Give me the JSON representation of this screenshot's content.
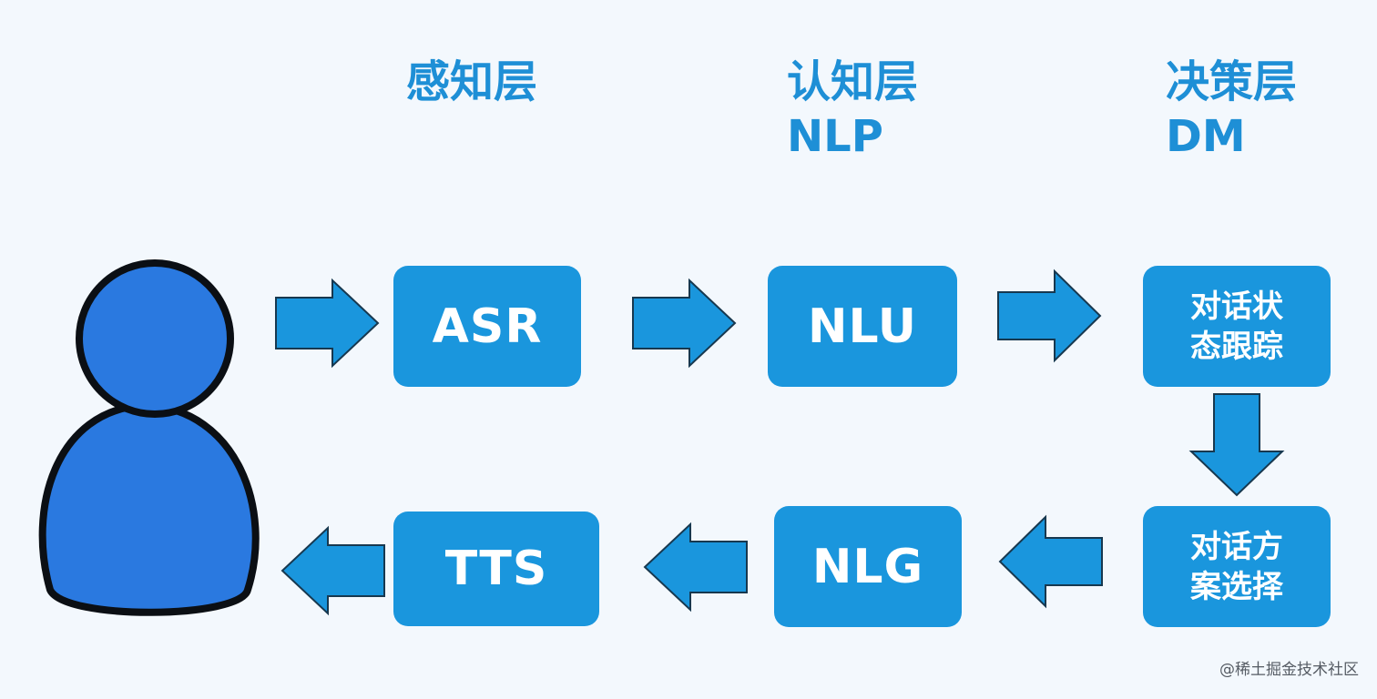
{
  "layers": {
    "perception": {
      "title": "感知层"
    },
    "cognition": {
      "title": "认知层",
      "subtitle": "NLP"
    },
    "decision": {
      "title": "决策层",
      "subtitle": "DM"
    }
  },
  "nodes": {
    "asr": "ASR",
    "nlu": "NLU",
    "dst": {
      "line1": "对话状",
      "line2": "态跟踪"
    },
    "policy": {
      "line1": "对话方",
      "line2": "案选择"
    },
    "nlg": "NLG",
    "tts": "TTS"
  },
  "watermark": "@稀土掘金技术社区",
  "colors": {
    "background": "#f3f8fd",
    "title": "#1e8fd6",
    "box": "#1a96dd",
    "arrow_fill": "#1a96dd",
    "arrow_stroke": "#17384f",
    "person_fill": "#2a79e0",
    "person_stroke": "#0b0f14"
  },
  "icons": {
    "user": "person-icon",
    "flow_arrow": "arrow-icon"
  }
}
